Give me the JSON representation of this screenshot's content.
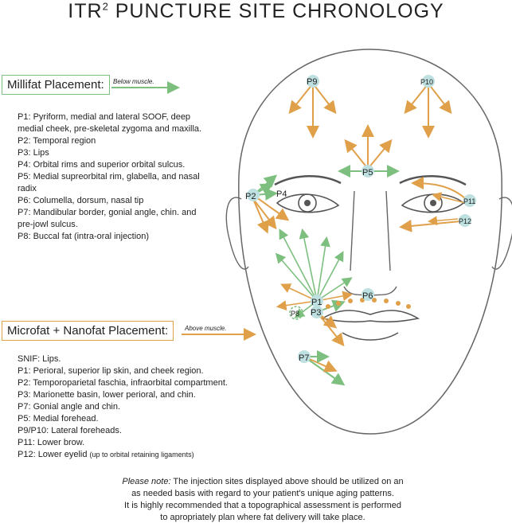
{
  "title": {
    "text": "ITR",
    "sup": "2",
    "rest": " PUNCTURE SITE CHRONOLOGY"
  },
  "millifat": {
    "heading": "Millifat Placement:",
    "arrow_note": "Below muscle.",
    "items": [
      {
        "code": "P1",
        "text": ": Pyriform, medial and lateral SOOF, deep medial cheek, pre-skeletal zygoma and maxilla."
      },
      {
        "code": "P2",
        "text": ": Temporal region"
      },
      {
        "code": "P3",
        "text": ": Lips"
      },
      {
        "code": "P4",
        "text": ": Orbital rims and superior orbital sulcus."
      },
      {
        "code": "P5",
        "text": ": Medial supreorbital rim, glabella, and nasal radix"
      },
      {
        "code": "P6",
        "text": ": Columella, dorsum, nasal tip"
      },
      {
        "code": "P7",
        "text": ": Mandibular border, gonial angle, chin. and pre-jowl sulcus."
      },
      {
        "code": "P8",
        "text": ": Buccal fat (intra-oral injection)"
      }
    ]
  },
  "microfat": {
    "heading": "Microfat + Nanofat Placement:",
    "arrow_note": "Above muscle.",
    "items": [
      {
        "code": "SNIF",
        "text": ": Lips.",
        "small": ""
      },
      {
        "code": "P1",
        "text": ": Perioral, superior lip skin,  and cheek region.",
        "small": ""
      },
      {
        "code": "P2",
        "text": ": Temporoparietal faschia, infraorbital compartment.",
        "small": ""
      },
      {
        "code": "P3",
        "text": ": Marionette basin, lower perioral, and chin.",
        "small": ""
      },
      {
        "code": "P7",
        "text": ": Gonial angle and chin.",
        "small": ""
      },
      {
        "code": "P5",
        "text": ": Medial forehead.",
        "small": ""
      },
      {
        "code": "P9/P10",
        "text": ": Lateral foreheads.",
        "small": ""
      },
      {
        "code": "P11",
        "text": ": Lower brow.",
        "small": ""
      },
      {
        "code": "P12",
        "text": ": Lower eyelid ",
        "small": "(up to orbital retaining ligaments)"
      }
    ]
  },
  "points": {
    "p1": "P1",
    "p2": "P2",
    "p3": "P3",
    "p4": "P4",
    "p5": "P5",
    "p6": "P6",
    "p7": "P7",
    "p8": "P8",
    "p9": "P9",
    "p10": "P10",
    "p11": "P11",
    "p12": "P12"
  },
  "footer": {
    "note_label": "Please note:",
    "line1": " The injection sites displayed above should be utilized on an",
    "line2": "as needed basis with regard to your patient's unique aging patterns.",
    "line3": "It is highly recommended that a topographical assessment is performed",
    "line4": "to apropriately plan where fat delivery will take place."
  },
  "colors": {
    "green": "#7dbf7e",
    "orange": "#e0a04a",
    "dot": "#bfe0e0",
    "line": "#555555"
  }
}
